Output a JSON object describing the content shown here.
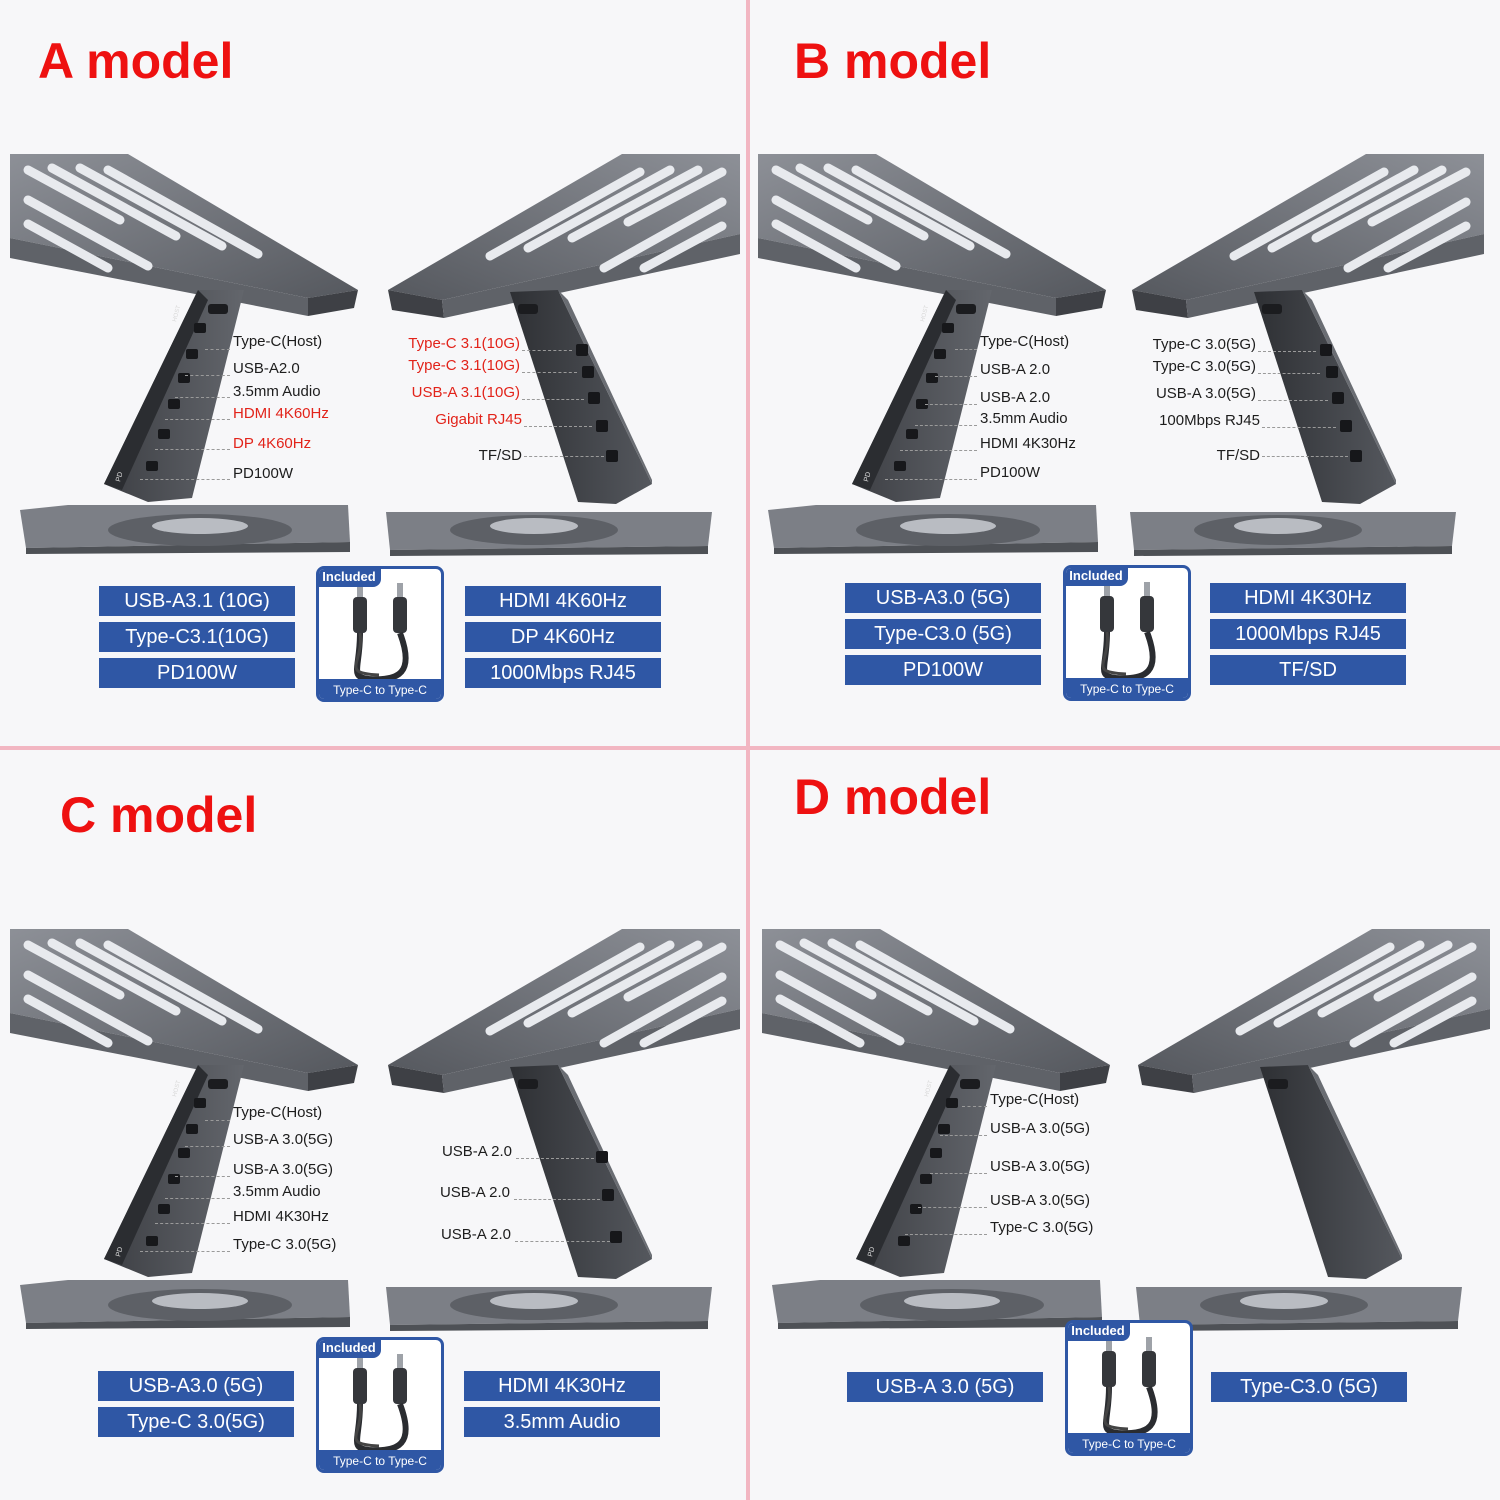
{
  "panels": {
    "a": {
      "title": "A model",
      "left_labels": [
        "Type-C(Host)",
        "USB-A2.0",
        "3.5mm Audio",
        "HDMI 4K60Hz",
        "DP 4K60Hz",
        "PD100W"
      ],
      "right_labels": [
        "Type-C 3.1(10G)",
        "Type-C 3.1(10G)",
        "USB-A 3.1(10G)",
        "Gigabit RJ45",
        "TF/SD"
      ],
      "specs_left": [
        "USB-A3.1 (10G)",
        "Type-C3.1(10G)",
        "PD100W"
      ],
      "specs_right": [
        "HDMI 4K60Hz",
        "DP 4K60Hz",
        "1000Mbps RJ45"
      ]
    },
    "b": {
      "title": "B model",
      "left_labels": [
        "Type-C(Host)",
        "USB-A 2.0",
        "USB-A 2.0",
        "3.5mm Audio",
        "HDMI 4K30Hz",
        "PD100W"
      ],
      "right_labels": [
        "Type-C 3.0(5G)",
        "Type-C 3.0(5G)",
        "USB-A 3.0(5G)",
        "100Mbps RJ45",
        "TF/SD"
      ],
      "specs_left": [
        "USB-A3.0 (5G)",
        "Type-C3.0 (5G)",
        "PD100W"
      ],
      "specs_right": [
        "HDMI 4K30Hz",
        "1000Mbps RJ45",
        "TF/SD"
      ]
    },
    "c": {
      "title": "C model",
      "left_labels": [
        "Type-C(Host)",
        "USB-A 3.0(5G)",
        "USB-A 3.0(5G)",
        "3.5mm Audio",
        "HDMI 4K30Hz",
        "Type-C 3.0(5G)"
      ],
      "right_labels": [
        "USB-A 2.0",
        "USB-A 2.0",
        "USB-A 2.0"
      ],
      "specs_left": [
        "USB-A3.0 (5G)",
        "Type-C 3.0(5G)"
      ],
      "specs_right": [
        "HDMI 4K30Hz",
        "3.5mm Audio"
      ]
    },
    "d": {
      "title": "D model",
      "left_labels": [
        "Type-C(Host)",
        "USB-A 3.0(5G)",
        "USB-A 3.0(5G)",
        "USB-A 3.0(5G)",
        "Type-C 3.0(5G)"
      ],
      "specs_left": [
        "USB-A 3.0 (5G)"
      ],
      "specs_right": [
        "Type-C3.0  (5G)"
      ]
    }
  },
  "cable": {
    "included": "Included",
    "caption": "Type-C to Type-C"
  },
  "device": {
    "host_tag": "HOST",
    "pd_tag": "PD"
  },
  "colors": {
    "title_red": "#ee1111",
    "label_red": "#e2231a",
    "spec_blue": "#2f57a5",
    "divider_pink": "#f2b6c2"
  }
}
